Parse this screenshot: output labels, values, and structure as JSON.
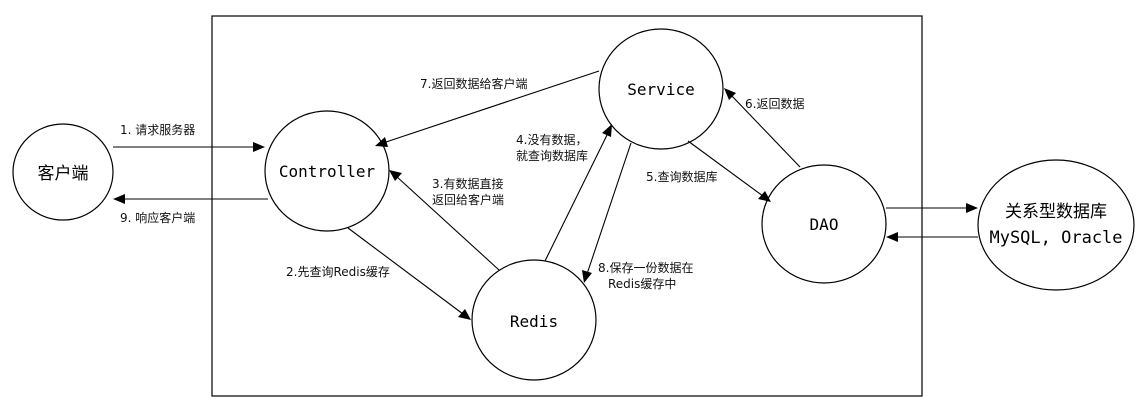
{
  "nodes": {
    "client": "客户端",
    "controller": "Controller",
    "service": "Service",
    "redis": "Redis",
    "dao": "DAO",
    "db_line1": "关系型数据库",
    "db_line2": "MySQL, Oracle"
  },
  "edges": {
    "e1": "1. 请求服务器",
    "e2": "2.先查询Redis缓存",
    "e3_line1": "3.有数据直接",
    "e3_line2": "返回给客户端",
    "e4_line1": "4.没有数据，",
    "e4_line2": "就查询数据库",
    "e5": "5.查询数据库",
    "e6": "6.返回数据",
    "e7": "7.返回数据给客户端",
    "e8_line1": "8.保存一份数据在",
    "e8_line2": "Redis缓存中",
    "e9": "9. 响应客户端"
  }
}
